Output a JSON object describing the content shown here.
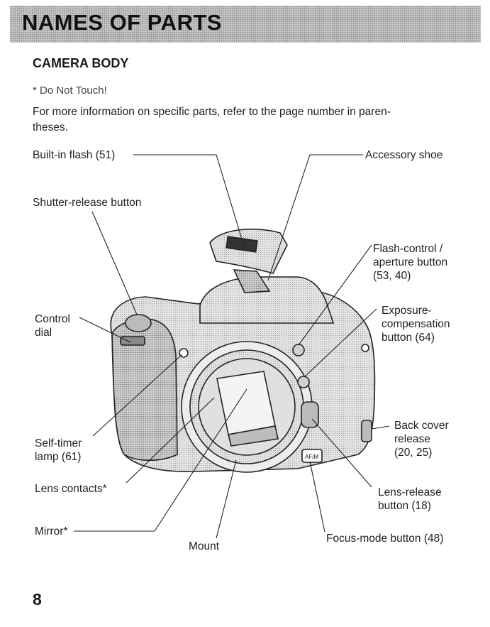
{
  "header": {
    "title": "NAMES OF PARTS"
  },
  "section": {
    "title": "CAMERA BODY"
  },
  "note": "* Do Not Touch!",
  "info": "For more information on specific parts, refer to the page number in paren-theses.",
  "info_lines": [
    "For more information on specific parts, refer to the page number in paren-",
    "theses."
  ],
  "labels": {
    "builtin_flash": "Built-in flash (51)",
    "accessory_shoe": "Accessory shoe",
    "shutter_release": "Shutter-release button",
    "flash_control": [
      "Flash-control /",
      "aperture button",
      "(53, 40)"
    ],
    "control_dial": [
      "Control",
      "dial"
    ],
    "exposure_comp": [
      "Exposure-",
      "compensation",
      "button (64)"
    ],
    "back_cover": [
      "Back cover",
      "release",
      "(20, 25)"
    ],
    "self_timer": [
      "Self-timer",
      "lamp (61)"
    ],
    "lens_contacts": "Lens contacts*",
    "lens_release": [
      "Lens-release",
      "button (18)"
    ],
    "mirror": "Mirror*",
    "mount": "Mount",
    "focus_mode": "Focus-mode button (48)",
    "af_m": "AF/M"
  },
  "page_number": "8"
}
